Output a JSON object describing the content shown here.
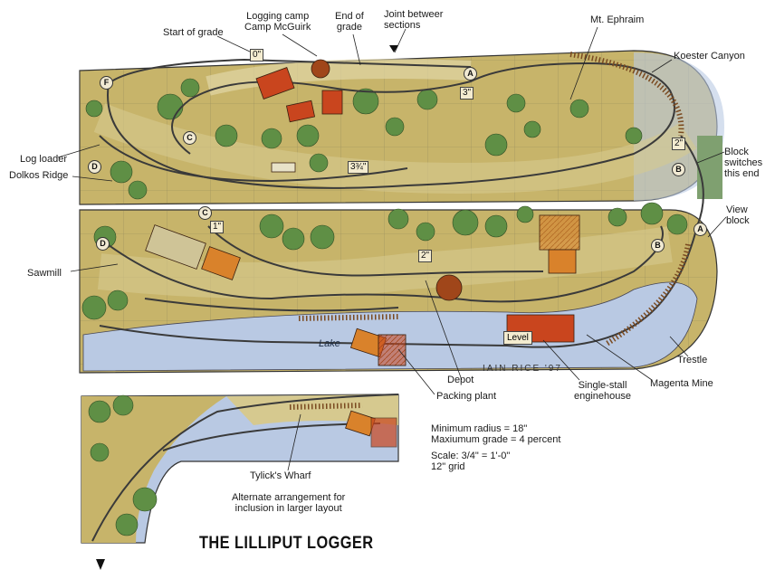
{
  "title": "THE LILLIPUT LOGGER",
  "labels": {
    "logging_camp": "Logging camp",
    "camp_mcguirk": "Camp McGuirk",
    "start_of_grade": "Start of grade",
    "end_of_grade_1": "End of",
    "end_of_grade_2": "grade",
    "joint_1": "Joint betweer",
    "joint_2": "sections",
    "mt_ephraim": "Mt. Ephraim",
    "koester_canyon": "Koester Canyon",
    "block_1": "Block",
    "block_2": "switches",
    "block_3": "this end",
    "log_loader": "Log loader",
    "dolkos_ridge": "Dolkos Ridge",
    "view_block_1": "View",
    "view_block_2": "block",
    "sawmill": "Sawmill",
    "trestle": "Trestle",
    "magenta_mine": "Magenta Mine",
    "depot": "Depot",
    "packing_plant": "Packing plant",
    "enginehouse_1": "Single-stall",
    "enginehouse_2": "enginehouse",
    "lake": "Lake",
    "level": "Level",
    "signature": "IAIN RICE '97",
    "tylicks_wharf": "Tylick's Wharf",
    "alternate_1": "Alternate arrangement for",
    "alternate_2": "inclusion in larger layout"
  },
  "notes": {
    "min_radius": "Minimum radius = 18\"",
    "max_grade": "Maxiumum grade = 4 percent",
    "scale": "Scale: 3/4\" = 1'-0\"",
    "grid": "12\" grid"
  },
  "grades": {
    "g0": "0\"",
    "g3": "3\"",
    "g334": "3¾\"",
    "g2a": "2\"",
    "g1": "1\"",
    "g2b": "2\""
  },
  "blocks": {
    "A": "A",
    "B": "B",
    "C": "C",
    "D": "D",
    "F": "F"
  },
  "colors": {
    "terrain": "#c7b46a",
    "ground_light": "#d6c98f",
    "water": "#b9c9e3",
    "tree": "#5f8f45",
    "building_red": "#c9451e",
    "building_orange": "#d9822b",
    "track": "#3a3a3a"
  }
}
